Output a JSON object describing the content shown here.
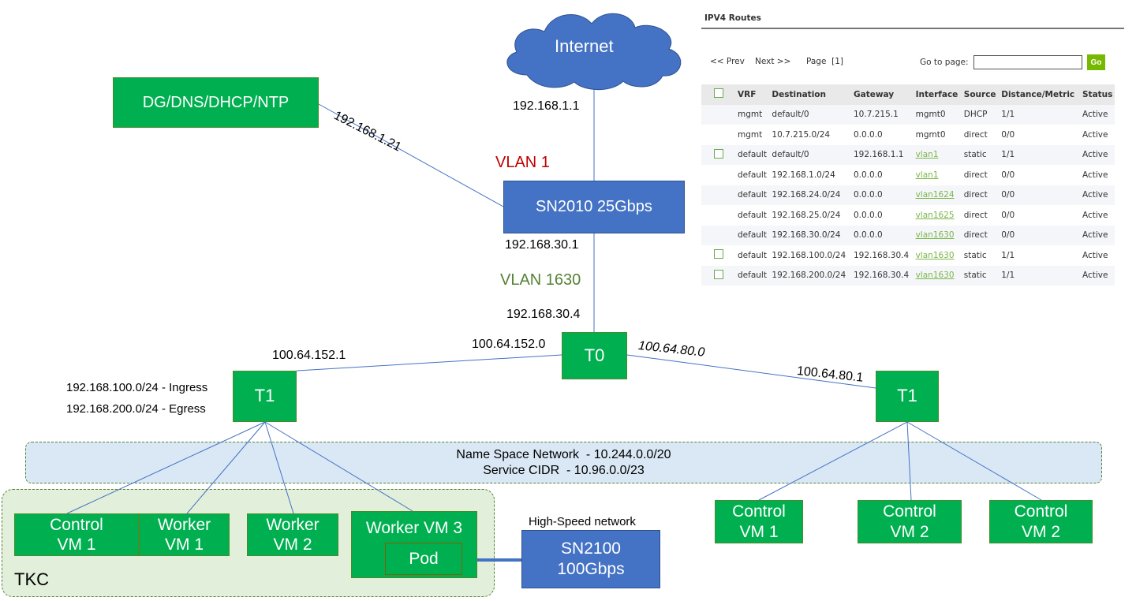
{
  "diagram": {
    "internet": "Internet",
    "internet_ip": "192.168.1.1",
    "vlan1": "VLAN 1",
    "dg": "DG/DNS/DHCP/NTP",
    "dg_ip": "192.168.1.21",
    "sn2010": "SN2010 25Gbps",
    "sn2010_ip": "192.168.30.1",
    "vlan1630": "VLAN 1630",
    "t0_ip": "192.168.30.4",
    "t0": "T0",
    "t1_left": "T1",
    "t1_right": "T1",
    "t1_left_ip": "100.64.152.1",
    "t0_left_ip": "100.64.152.0",
    "t0_right_ip": "100.64.80.0",
    "t1_right_ip": "100.64.80.1",
    "ingress": "192.168.100.0/24 - Ingress",
    "egress": "192.168.200.0/24 - Egress",
    "namespace": "Name Space Network  - 10.244.0.0/20",
    "service_cidr": "Service CIDR  - 10.96.0.0/23",
    "tkc": "TKC",
    "left_vms": [
      {
        "l1": "Control",
        "l2": "VM 1"
      },
      {
        "l1": "Worker",
        "l2": "VM 1"
      },
      {
        "l1": "Worker",
        "l2": "VM 2"
      }
    ],
    "worker3": "Worker VM 3",
    "pod": "Pod",
    "hs_label": "High-Speed network",
    "sn2100_l1": "SN2100",
    "sn2100_l2": "100Gbps",
    "right_vms": [
      {
        "l1": "Control",
        "l2": "VM 1"
      },
      {
        "l1": "Control",
        "l2": "VM 2"
      },
      {
        "l1": "Control",
        "l2": "VM 2"
      }
    ],
    "colors": {
      "green": "#00b050",
      "blue": "#4472c4",
      "vlan1": "#c00000",
      "vlan1630": "#548235",
      "namespace_bg": "#dae8f5",
      "tkc_bg": "#e2efda"
    }
  },
  "routes": {
    "title": "IPV4 Routes",
    "prev": "<< Prev",
    "next": "Next >>",
    "page": "Page  [1]",
    "goto_label": "Go to page:",
    "goto_value": "",
    "go": "Go",
    "columns": [
      "VRF",
      "Destination",
      "Gateway",
      "Interface",
      "Source",
      "Distance/Metric",
      "Status"
    ],
    "rows": [
      {
        "cb": false,
        "vrf": "mgmt",
        "dest": "default/0",
        "gw": "10.7.215.1",
        "iface": "mgmt0",
        "link": false,
        "src": "DHCP",
        "dm": "1/1",
        "status": "Active"
      },
      {
        "cb": false,
        "vrf": "mgmt",
        "dest": "10.7.215.0/24",
        "gw": "0.0.0.0",
        "iface": "mgmt0",
        "link": false,
        "src": "direct",
        "dm": "0/0",
        "status": "Active"
      },
      {
        "cb": true,
        "vrf": "default",
        "dest": "default/0",
        "gw": "192.168.1.1",
        "iface": "vlan1",
        "link": true,
        "src": "static",
        "dm": "1/1",
        "status": "Active"
      },
      {
        "cb": false,
        "vrf": "default",
        "dest": "192.168.1.0/24",
        "gw": "0.0.0.0",
        "iface": "vlan1",
        "link": true,
        "src": "direct",
        "dm": "0/0",
        "status": "Active"
      },
      {
        "cb": false,
        "vrf": "default",
        "dest": "192.168.24.0/24",
        "gw": "0.0.0.0",
        "iface": "vlan1624",
        "link": true,
        "src": "direct",
        "dm": "0/0",
        "status": "Active"
      },
      {
        "cb": false,
        "vrf": "default",
        "dest": "192.168.25.0/24",
        "gw": "0.0.0.0",
        "iface": "vlan1625",
        "link": true,
        "src": "direct",
        "dm": "0/0",
        "status": "Active"
      },
      {
        "cb": false,
        "vrf": "default",
        "dest": "192.168.30.0/24",
        "gw": "0.0.0.0",
        "iface": "vlan1630",
        "link": true,
        "src": "direct",
        "dm": "0/0",
        "status": "Active"
      },
      {
        "cb": true,
        "vrf": "default",
        "dest": "192.168.100.0/24",
        "gw": "192.168.30.4",
        "iface": "vlan1630",
        "link": true,
        "src": "static",
        "dm": "1/1",
        "status": "Active"
      },
      {
        "cb": true,
        "vrf": "default",
        "dest": "192.168.200.0/24",
        "gw": "192.168.30.4",
        "iface": "vlan1630",
        "link": true,
        "src": "static",
        "dm": "1/1",
        "status": "Active"
      }
    ]
  }
}
